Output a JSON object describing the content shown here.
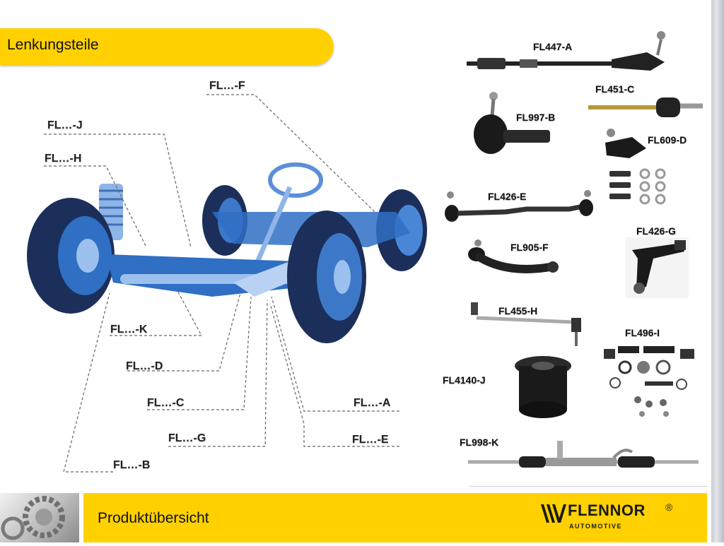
{
  "header": {
    "title": "Lenkungsteile"
  },
  "callouts": {
    "f": "FL…-F",
    "j": "FL…-J",
    "h": "FL…-H",
    "k": "FL…-K",
    "d": "FL…-D",
    "c": "FL…-C",
    "a": "FL…-A",
    "g": "FL…-G",
    "e": "FL…-E",
    "b": "FL…-B"
  },
  "parts": {
    "fl447a": "FL447-A",
    "fl451c": "FL451-C",
    "fl997b": "FL997-B",
    "fl609d": "FL609-D",
    "fl426e": "FL426-E",
    "fl426g": "FL426-G",
    "fl905f": "FL905-F",
    "fl455h": "FL455-H",
    "fl496i": "FL496-I",
    "fl4140j": "FL4140-J",
    "fl998k": "FL998-K"
  },
  "footer": {
    "text": "Produktübersicht",
    "brand": "FLENNOR",
    "registered": "®",
    "brand_sub": "AUTOMOTIVE"
  },
  "colors": {
    "accent_yellow": "#ffd100",
    "chassis_blue": "#2f6fc4",
    "tire_dark": "#1c2f5a"
  }
}
